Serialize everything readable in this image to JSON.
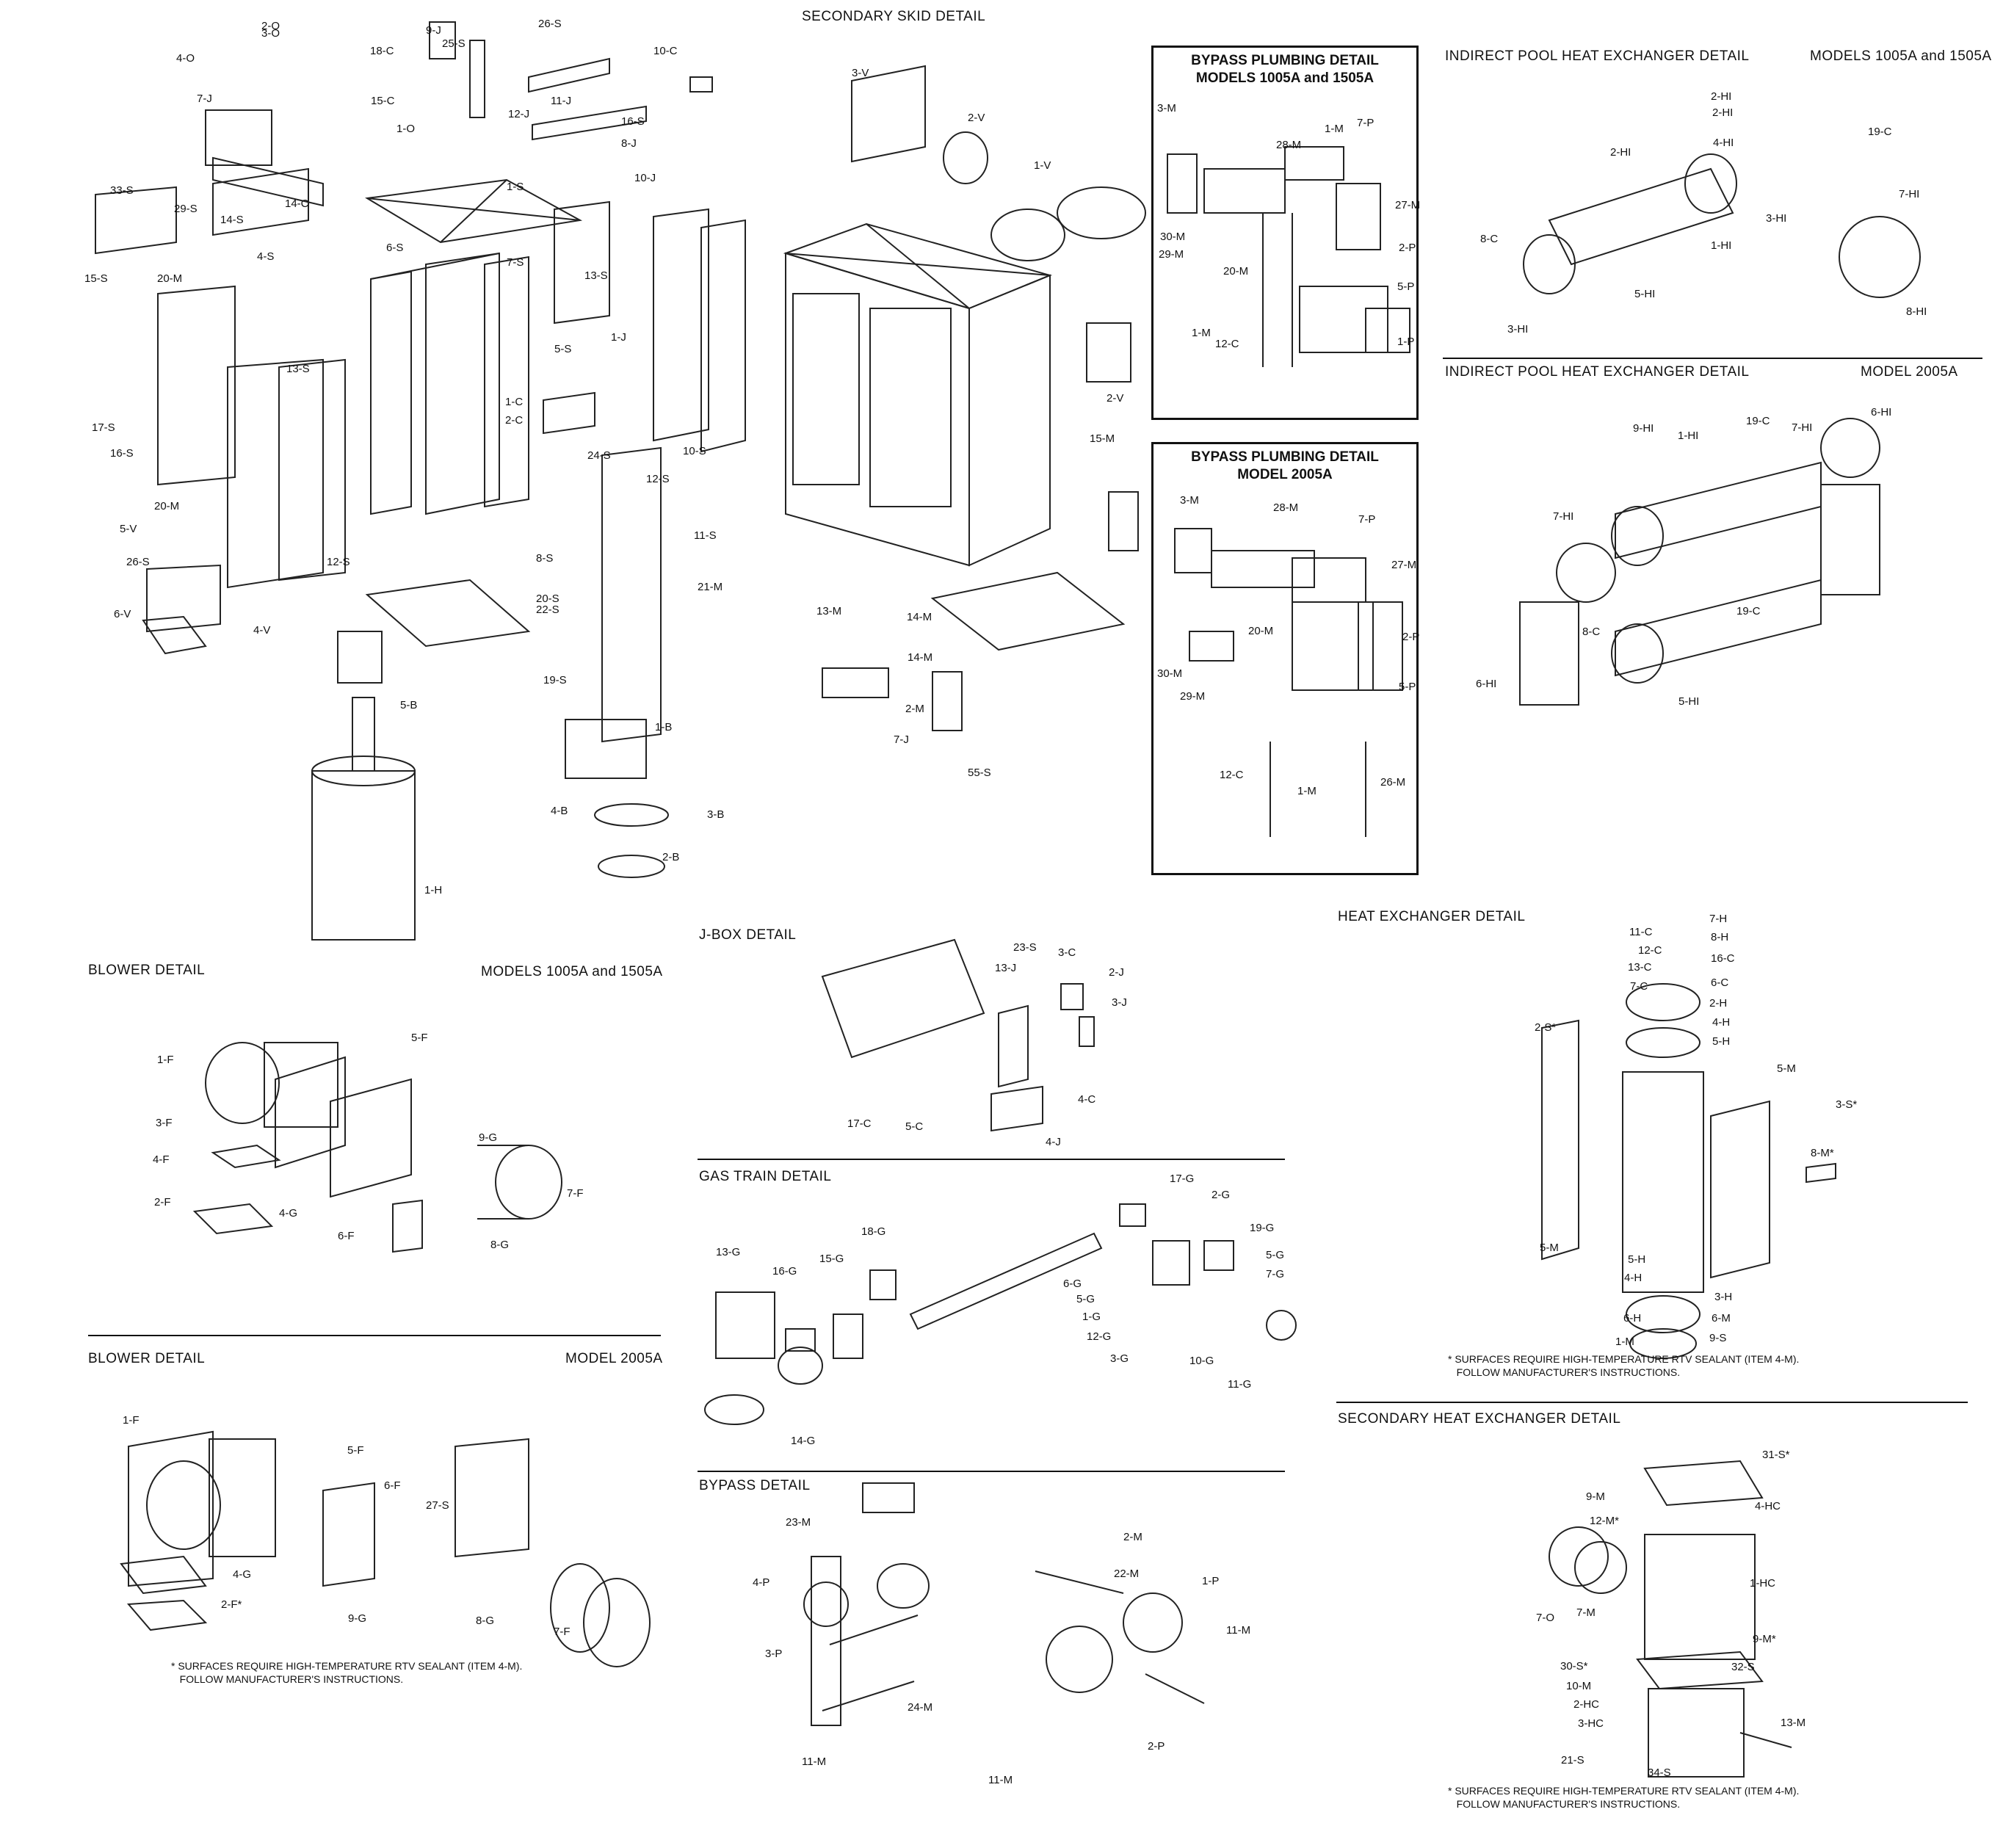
{
  "sections": {
    "secondary_skid": "SECONDARY SKID DETAIL",
    "bypass_1005_title": "BYPASS PLUMBING DETAIL\nMODELS 1005A and 1505A",
    "bypass_2005_title": "BYPASS PLUMBING DETAIL\nMODEL 2005A",
    "indirect_pool_1": "INDIRECT POOL HEAT EXCHANGER DETAIL",
    "indirect_pool_1_models": "MODELS 1005A and 1505A",
    "indirect_pool_2": "INDIRECT POOL HEAT EXCHANGER DETAIL",
    "indirect_pool_2_models": "MODEL 2005A",
    "blower_1": "BLOWER DETAIL",
    "blower_1_models": "MODELS 1005A and 1505A",
    "blower_2": "BLOWER DETAIL",
    "blower_2_models": "MODEL 2005A",
    "jbox": "J-BOX DETAIL",
    "gas_train": "GAS TRAIN DETAIL",
    "bypass": "BYPASS DETAIL",
    "heat_exchanger": "HEAT EXCHANGER DETAIL",
    "secondary_hx": "SECONDARY HEAT EXCHANGER DETAIL"
  },
  "notes": {
    "blower_note": "* SURFACES REQUIRE HIGH-TEMPERATURE RTV SEALANT (ITEM 4-M).\n   FOLLOW MANUFACTURER'S INSTRUCTIONS.",
    "hx_note": "* SURFACES REQUIRE HIGH-TEMPERATURE RTV SEALANT (ITEM 4-M).\n   FOLLOW MANUFACTURER'S INSTRUCTIONS.",
    "shx_note": "* SURFACES REQUIRE HIGH-TEMPERATURE RTV SEALANT (ITEM 4-M).\n   FOLLOW MANUFACTURER'S INSTRUCTIONS."
  },
  "labels": {
    "main": [
      "2-O",
      "3-O",
      "4-O",
      "7-J",
      "9-J",
      "18-C",
      "25-S",
      "26-S",
      "1-O",
      "11-J",
      "12-J",
      "16-S",
      "8-J",
      "10-J",
      "10-C",
      "15-C",
      "33-S",
      "29-S",
      "14-S",
      "14-C",
      "15-S",
      "1-S",
      "6-S",
      "7-S",
      "4-S",
      "20-M",
      "13-S",
      "17-S",
      "16-S",
      "5-S",
      "1-J",
      "1-C",
      "2-C",
      "13-S",
      "12-S",
      "24-S",
      "10-S",
      "5-V",
      "20-M",
      "12-S",
      "11-S",
      "21-M",
      "26-S",
      "22-S",
      "20-S",
      "8-S",
      "6-V",
      "4-V",
      "19-S",
      "5-B",
      "1-B",
      "4-B",
      "3-B",
      "2-B",
      "1-H"
    ],
    "skid": [
      "3-V",
      "2-V",
      "1-V",
      "2-V",
      "15-M",
      "14-M",
      "13-M",
      "14-M",
      "2-M",
      "7-J",
      "55-S"
    ],
    "bypass_1005": [
      "3-M",
      "28-M",
      "1-M",
      "7-P",
      "27-M",
      "30-M",
      "29-M",
      "2-P",
      "20-M",
      "1-M",
      "12-C",
      "5-P",
      "1-P"
    ],
    "bypass_2005": [
      "3-M",
      "28-M",
      "7-P",
      "27-M",
      "20-M",
      "2-P",
      "5-P",
      "30-M",
      "29-M",
      "12-C",
      "1-M",
      "26-M"
    ],
    "pool_1": [
      "19-C",
      "2-HI",
      "2-HI",
      "4-HI",
      "2-HI",
      "3-HI",
      "8-C",
      "1-HI",
      "7-HI",
      "5-HI",
      "3-HI",
      "8-HI"
    ],
    "pool_2": [
      "9-HI",
      "1-HI",
      "19-C",
      "7-HI",
      "6-HI",
      "7-HI",
      "8-C",
      "19-C",
      "6-HI",
      "5-HI"
    ],
    "blower_1": [
      "1-F",
      "5-F",
      "3-F",
      "4-F",
      "2-F",
      "9-G",
      "7-F",
      "4-G",
      "6-F",
      "8-G"
    ],
    "blower_2": [
      "1-F",
      "5-F",
      "6-F",
      "27-S",
      "4-G",
      "2-F*",
      "9-G",
      "8-G",
      "7-F"
    ],
    "jbox": [
      "23-S",
      "3-C",
      "2-J",
      "13-J",
      "3-J",
      "4-C",
      "17-C",
      "5-C",
      "4-J"
    ],
    "gas_train": [
      "17-G",
      "2-G",
      "18-G",
      "13-G",
      "16-G",
      "15-G",
      "19-G",
      "5-G",
      "7-G",
      "6-G",
      "5-G",
      "1-G",
      "12-G",
      "3-G",
      "10-G",
      "11-G",
      "14-G"
    ],
    "bypass": [
      "23-M",
      "2-M",
      "22-M",
      "1-P",
      "4-P",
      "11-M",
      "3-P",
      "24-M",
      "11-M",
      "11-M",
      "2-P"
    ],
    "hx": [
      "11-C",
      "7-H",
      "12-C",
      "8-H",
      "13-C",
      "16-C",
      "7-C",
      "6-C",
      "2-H",
      "2-S*",
      "4-H",
      "5-H",
      "5-M",
      "3-S*",
      "8-M*",
      "5-M",
      "5-H",
      "4-H",
      "3-H",
      "6-H",
      "6-M",
      "1-M",
      "9-S"
    ],
    "shx": [
      "31-S*",
      "9-M",
      "4-HC",
      "12-M*",
      "1-HC",
      "7-O",
      "7-M",
      "9-M*",
      "30-S*",
      "32-S",
      "10-M",
      "2-HC",
      "3-HC",
      "13-M",
      "21-S",
      "34-S"
    ]
  }
}
